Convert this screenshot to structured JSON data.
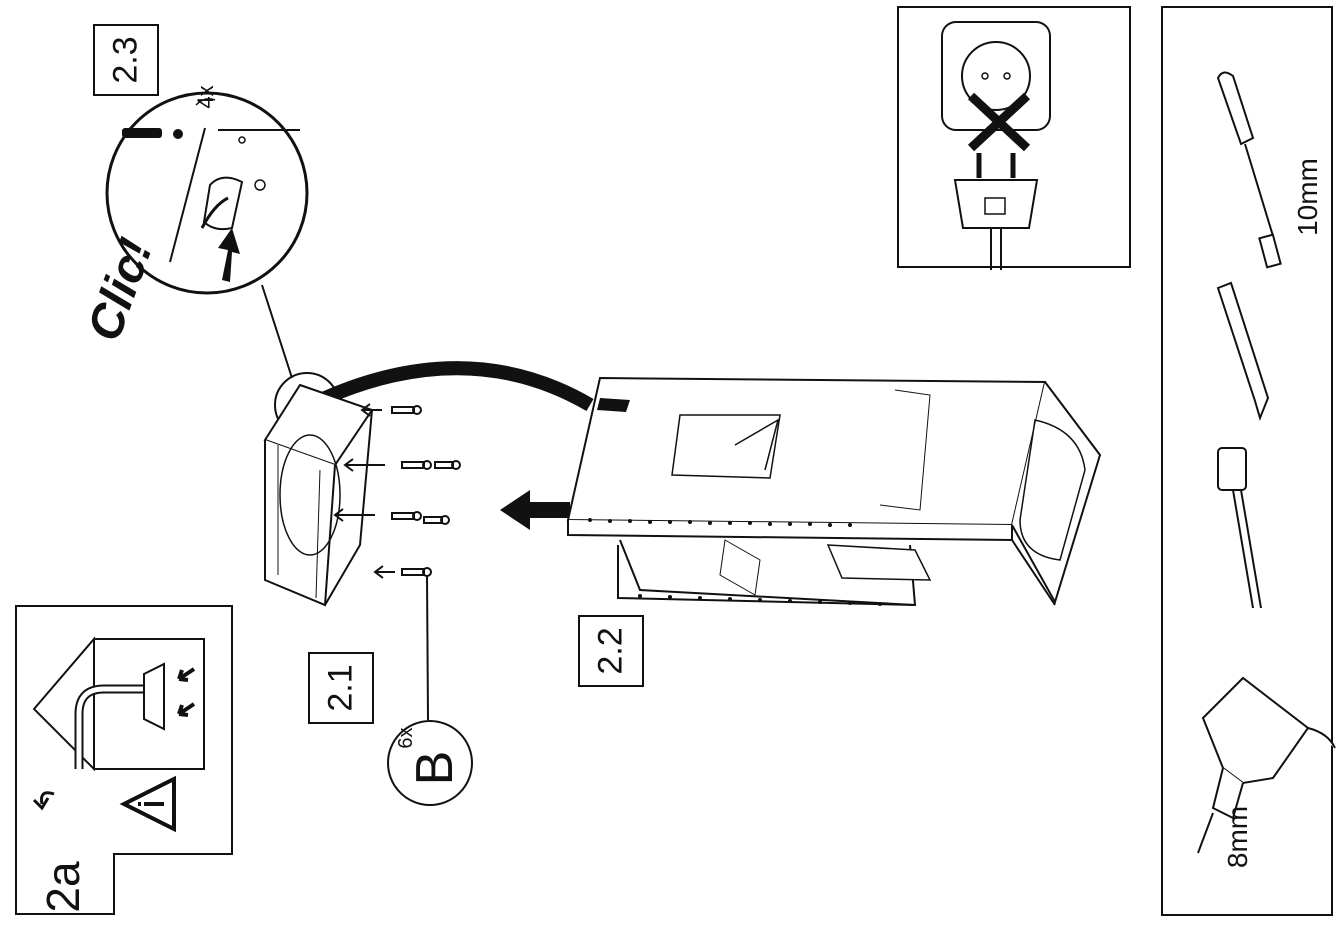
{
  "steps": {
    "step_2a": "2a",
    "step_2_1": "2.1",
    "step_2_2": "2.2",
    "step_2_3": "2.3"
  },
  "annotations": {
    "click": "Clic!",
    "count_detail": "4x",
    "fastener_letter": "B",
    "fastener_count": "6x"
  },
  "tools": {
    "screwdriver_size": "10mm",
    "drill_size": "8mm",
    "items": [
      "screwdriver-icon",
      "pencil-icon",
      "tape-measure-icon",
      "drill-icon"
    ]
  },
  "icons": [
    "warning-triangle-icon",
    "unplug-icon",
    "duct-icon"
  ],
  "colors": {
    "line": "#111111",
    "background": "#ffffff"
  }
}
